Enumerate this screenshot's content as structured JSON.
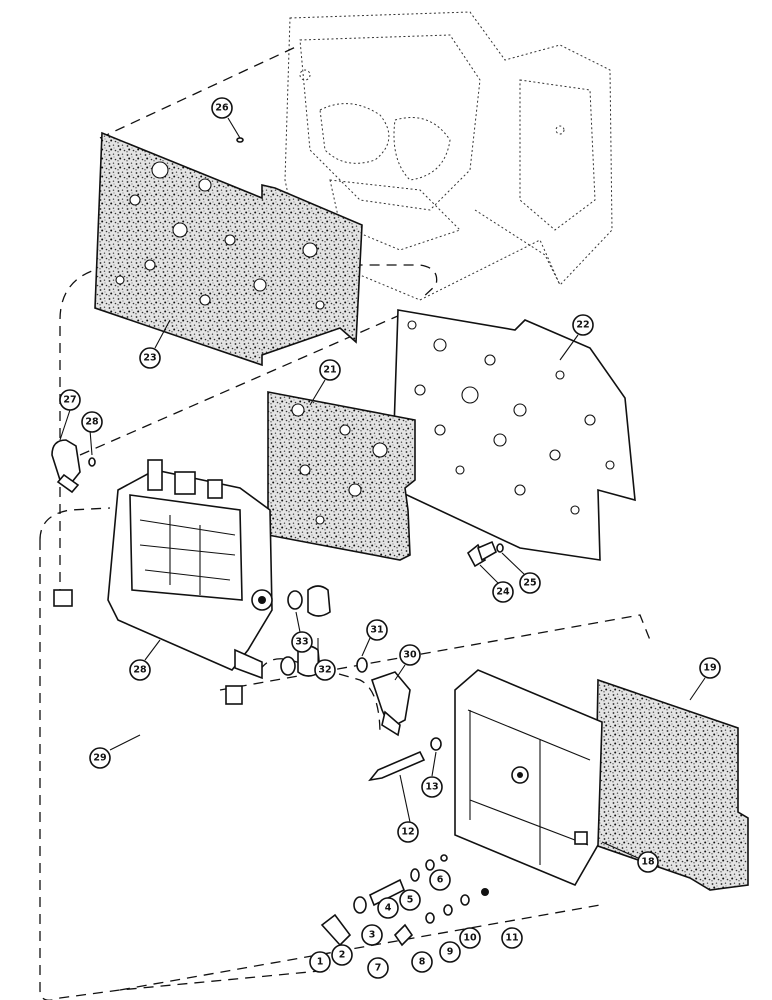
{
  "diagram": {
    "callouts": [
      {
        "label": "1"
      },
      {
        "label": "2"
      },
      {
        "label": "3"
      },
      {
        "label": "4"
      },
      {
        "label": "5"
      },
      {
        "label": "6"
      },
      {
        "label": "7"
      },
      {
        "label": "8"
      },
      {
        "label": "9"
      },
      {
        "label": "10"
      },
      {
        "label": "11"
      },
      {
        "label": "12"
      },
      {
        "label": "13"
      },
      {
        "label": "18"
      },
      {
        "label": "19"
      },
      {
        "label": "21"
      },
      {
        "label": "22"
      },
      {
        "label": "23"
      },
      {
        "label": "24"
      },
      {
        "label": "25"
      },
      {
        "label": "26"
      },
      {
        "label": "27"
      },
      {
        "label": "28"
      },
      {
        "label": "28"
      },
      {
        "label": "29"
      },
      {
        "label": "30"
      },
      {
        "label": "31"
      },
      {
        "label": "32"
      },
      {
        "label": "33"
      }
    ]
  }
}
